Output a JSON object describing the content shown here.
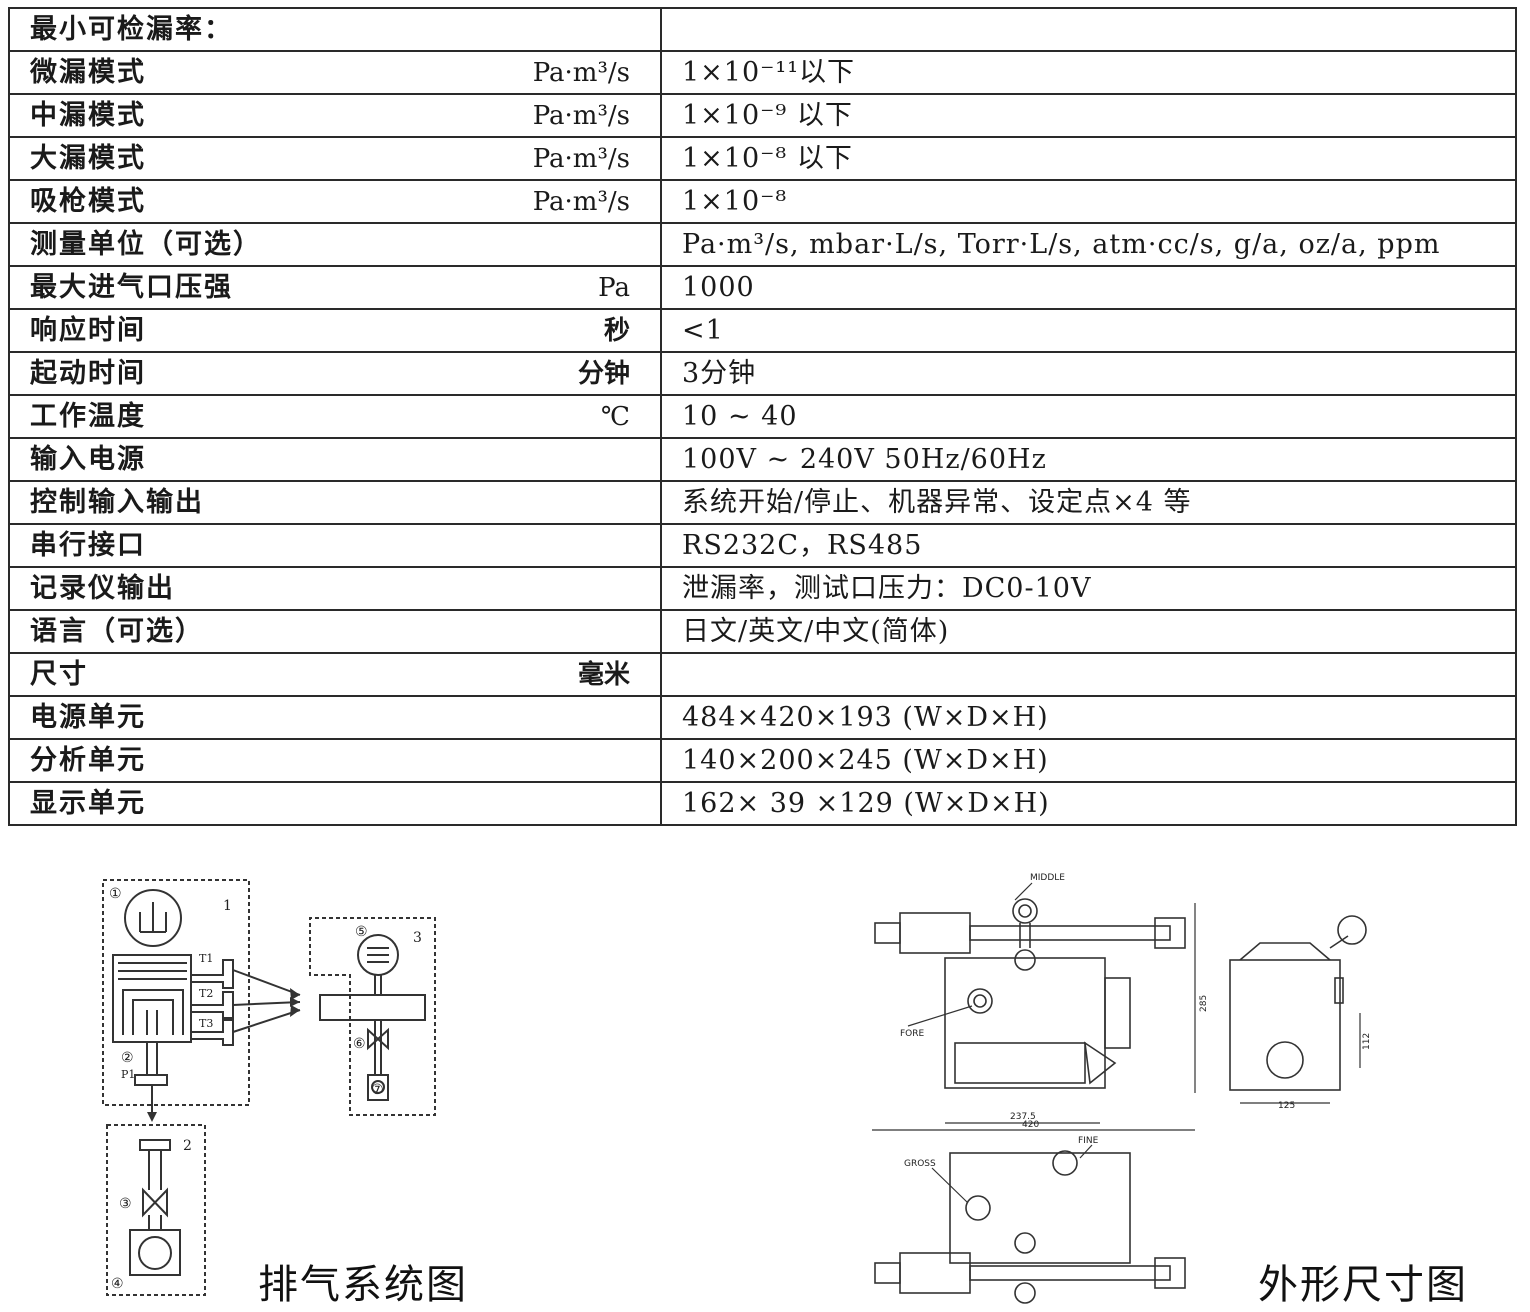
{
  "table": {
    "header": {
      "label": "最小可检漏率："
    },
    "rows": [
      {
        "label": "微漏模式",
        "unit": "Pa·m³/s",
        "value": "1×10⁻¹¹以下"
      },
      {
        "label": "中漏模式",
        "unit": "Pa·m³/s",
        "value": "1×10⁻⁹ 以下"
      },
      {
        "label": "大漏模式",
        "unit": "Pa·m³/s",
        "value": "1×10⁻⁸ 以下"
      },
      {
        "label": "吸枪模式",
        "unit": "Pa·m³/s",
        "value": "1×10⁻⁸"
      },
      {
        "label": "测量单位（可选）",
        "unit": "",
        "value": "Pa·m³/s, mbar·L/s, Torr·L/s, atm·cc/s, g/a, oz/a, ppm"
      },
      {
        "label": "最大进气口压强",
        "unit": "Pa",
        "value": "1000"
      },
      {
        "label": "响应时间",
        "unit": "秒",
        "value": "<1"
      },
      {
        "label": "起动时间",
        "unit": "分钟",
        "value": "3分钟"
      },
      {
        "label": "工作温度",
        "unit": "℃",
        "value": "10 ~ 40"
      },
      {
        "label": "输入电源",
        "unit": "",
        "value": "100V ~ 240V  50Hz/60Hz"
      },
      {
        "label": "控制输入输出",
        "unit": "",
        "value": "系统开始/停止、机器异常、设定点×4 等"
      },
      {
        "label": "串行接口",
        "unit": "",
        "value": "RS232C，RS485"
      },
      {
        "label": "记录仪输出",
        "unit": "",
        "value": "泄漏率，测试口压力：DC0-10V"
      },
      {
        "label": "语言（可选）",
        "unit": "",
        "value": "日文/英文/中文(简体)"
      },
      {
        "label": "尺寸",
        "unit": "毫米",
        "value": ""
      },
      {
        "label": "电源单元",
        "unit": "",
        "value": "484×420×193  (W×D×H)"
      },
      {
        "label": "分析单元",
        "unit": "",
        "value": "140×200×245  (W×D×H)"
      },
      {
        "label": "显示单元",
        "unit": "",
        "value": "162× 39 ×129  (W×D×H)"
      }
    ]
  },
  "exhaust_diagram": {
    "caption": "排气系统图",
    "box_labels": [
      "1",
      "2",
      "3"
    ],
    "circle_labels": [
      "①",
      "②",
      "③",
      "④",
      "⑤",
      "⑥",
      "⑦"
    ],
    "port_labels": [
      "T1",
      "T2",
      "T3",
      "P1"
    ]
  },
  "dimension_drawing": {
    "caption": "外形尺寸图",
    "labels": {
      "middle": "MIDDLE",
      "fore": "FORE",
      "fine": "FINE",
      "gross": "GROSS"
    },
    "dims": {
      "d1": "237.5",
      "d2": "420",
      "d3": "285",
      "d4": "112",
      "d5": "125"
    }
  }
}
